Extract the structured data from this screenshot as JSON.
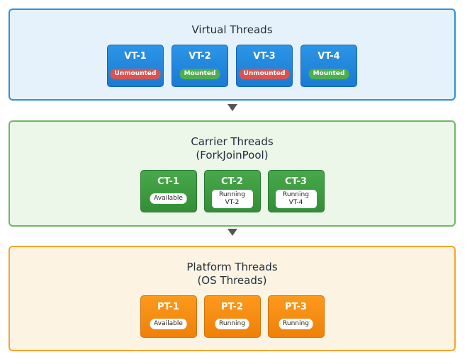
{
  "virtual_layer": {
    "title": "Virtual Threads",
    "threads": [
      {
        "name": "VT-1",
        "state": "Unmounted"
      },
      {
        "name": "VT-2",
        "state": "Mounted"
      },
      {
        "name": "VT-3",
        "state": "Unmounted"
      },
      {
        "name": "VT-4",
        "state": "Mounted"
      }
    ]
  },
  "carrier_layer": {
    "title": "Carrier Threads",
    "subtitle": "(ForkJoinPool)",
    "threads": [
      {
        "name": "CT-1",
        "status": "Available",
        "detail": ""
      },
      {
        "name": "CT-2",
        "status": "Running",
        "detail": "VT-2"
      },
      {
        "name": "CT-3",
        "status": "Running",
        "detail": "VT-4"
      }
    ]
  },
  "platform_layer": {
    "title": "Platform Threads",
    "subtitle": "(OS Threads)",
    "threads": [
      {
        "name": "PT-1",
        "status": "Available"
      },
      {
        "name": "PT-2",
        "status": "Running"
      },
      {
        "name": "PT-3",
        "status": "Running"
      }
    ]
  },
  "colors": {
    "virtual": "#2f90d9",
    "carrier": "#6cba62",
    "platform": "#f4a42e",
    "mounted": "#4cae4c",
    "unmounted": "#d9534f",
    "arrow": "#555555"
  }
}
